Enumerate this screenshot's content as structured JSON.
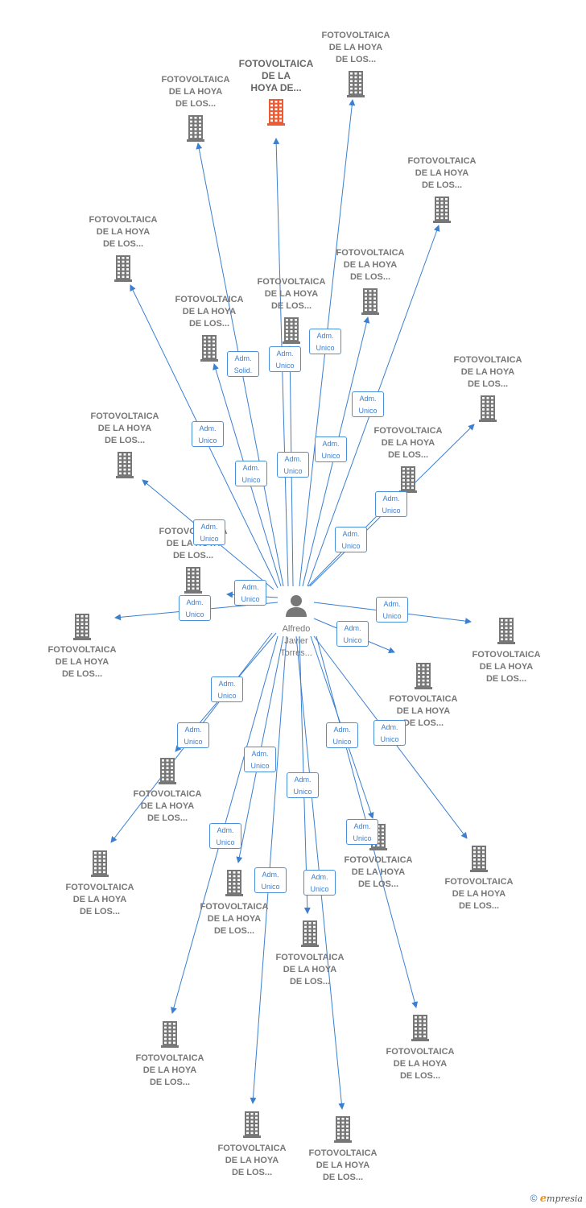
{
  "colors": {
    "edge": "#3a7fd0",
    "node": "#777777",
    "focus_node": "#f05a32",
    "person": "#777777"
  },
  "person": {
    "name_lines": [
      "Alfredo",
      "Javier",
      "Torres..."
    ],
    "icon": "person-icon"
  },
  "nodes": [
    {
      "lines": [
        "FOTOVOLTAICA",
        "DE LA",
        "HOYA DE..."
      ],
      "focus": true
    },
    {
      "lines": [
        "FOTOVOLTAICA",
        "DE LA HOYA",
        "DE LOS..."
      ]
    },
    {
      "lines": [
        "FOTOVOLTAICA",
        "DE LA HOYA",
        "DE LOS..."
      ]
    },
    {
      "lines": [
        "FOTOVOLTAICA",
        "DE LA HOYA",
        "DE LOS..."
      ]
    },
    {
      "lines": [
        "FOTOVOLTAICA",
        "DE LA HOYA",
        "DE LOS..."
      ]
    },
    {
      "lines": [
        "FOTOVOLTAICA",
        "DE LA HOYA",
        "DE LOS..."
      ]
    },
    {
      "lines": [
        "FOTOVOLTAICA",
        "DE LA HOYA",
        "DE LOS..."
      ]
    },
    {
      "lines": [
        "FOTOVOLTAICA",
        "DE LA HOYA",
        "DE LOS..."
      ]
    },
    {
      "lines": [
        "FOTOVOLTAICA",
        "DE LA HOYA",
        "DE LOS..."
      ]
    },
    {
      "lines": [
        "FOTOVOLTAICA",
        "DE LA HOYA",
        "DE LOS..."
      ]
    },
    {
      "lines": [
        "FOTOVOLTAICA",
        "DE LA HOYA",
        "DE LOS..."
      ]
    },
    {
      "lines": [
        "FOTOVOLTAICA",
        "DE LA HOYA",
        "DE LOS..."
      ]
    },
    {
      "lines": [
        "FOTOVOLTAICA",
        "DE LA HOYA",
        "DE LOS..."
      ]
    },
    {
      "lines": [
        "FOTOVOLTAICA",
        "DE LA HOYA",
        "DE LOS..."
      ]
    },
    {
      "lines": [
        "FOTOVOLTAICA",
        "DE LA HOYA",
        "DE LOS..."
      ]
    },
    {
      "lines": [
        "FOTOVOLTAICA",
        "DE LA HOYA",
        "DE LOS..."
      ]
    },
    {
      "lines": [
        "FOTOVOLTAICA",
        "DE LA HOYA",
        "DE LOS..."
      ]
    },
    {
      "lines": [
        "FOTOVOLTAICA",
        "DE LA HOYA",
        "DE LOS..."
      ]
    },
    {
      "lines": [
        "FOTOVOLTAICA",
        "DE LA HOYA",
        "DE LOS..."
      ]
    },
    {
      "lines": [
        "FOTOVOLTAICA",
        "DE LA HOYA",
        "DE LOS..."
      ]
    },
    {
      "lines": [
        "FOTOVOLTAICA",
        "DE LA HOYA",
        "DE LOS..."
      ]
    },
    {
      "lines": [
        "FOTOVOLTAICA",
        "DE LA HOYA",
        "DE LOS..."
      ]
    },
    {
      "lines": [
        "FOTOVOLTAICA",
        "DE LA HOYA",
        "DE LOS..."
      ]
    },
    {
      "lines": [
        "FOTOVOLTAICA",
        "DE LA HOYA",
        "DE LOS..."
      ]
    },
    {
      "lines": [
        "FOTOVOLTAICA",
        "DE LA HOYA",
        "DE LOS..."
      ]
    },
    {
      "lines": [
        "FOTOVOLTAICA",
        "DE LA HOYA",
        "DE LOS..."
      ]
    },
    {
      "lines": [
        "FOTOVOLTAICA",
        "DE LA HOYA",
        "DE LOS..."
      ]
    }
  ],
  "edges": [
    {
      "role": [
        "Adm.",
        "Solid."
      ]
    },
    {
      "role": [
        "Adm.",
        "Unico"
      ]
    },
    {
      "role": [
        "Adm.",
        "Unico"
      ]
    },
    {
      "role": [
        "Adm.",
        "Unico"
      ]
    },
    {
      "role": [
        "Adm.",
        "Unico"
      ]
    },
    {
      "role": [
        "Adm.",
        "Unico"
      ]
    },
    {
      "role": [
        "Adm.",
        "Unico"
      ]
    },
    {
      "role": [
        "Adm.",
        "Unico"
      ]
    },
    {
      "role": [
        "Adm.",
        "Unico"
      ]
    },
    {
      "role": [
        "Adm.",
        "Unico"
      ]
    },
    {
      "role": [
        "Adm.",
        "Unico"
      ]
    },
    {
      "role": [
        "Adm.",
        "Unico"
      ]
    },
    {
      "role": [
        "Adm.",
        "Unico"
      ]
    },
    {
      "role": [
        "Adm.",
        "Unico"
      ]
    },
    {
      "role": [
        "Adm.",
        "Unico"
      ]
    },
    {
      "role": [
        "Adm.",
        "Unico"
      ]
    },
    {
      "role": [
        "Adm.",
        "Unico"
      ]
    },
    {
      "role": [
        "Adm.",
        "Unico"
      ]
    },
    {
      "role": [
        "Adm.",
        "Unico"
      ]
    },
    {
      "role": [
        "Adm.",
        "Unico"
      ]
    },
    {
      "role": [
        "Adm.",
        "Unico"
      ]
    },
    {
      "role": [
        "Adm.",
        "Unico"
      ]
    },
    {
      "role": [
        "Adm.",
        "Unico"
      ]
    },
    {
      "role": [
        "Adm.",
        "Unico"
      ]
    },
    {
      "role": [
        "Adm.",
        "Unico"
      ]
    },
    {
      "role": [
        "Adm.",
        "Unico"
      ]
    }
  ],
  "footer": {
    "copyright": "©",
    "brand_initial": "e",
    "brand_rest": "mpresia"
  }
}
